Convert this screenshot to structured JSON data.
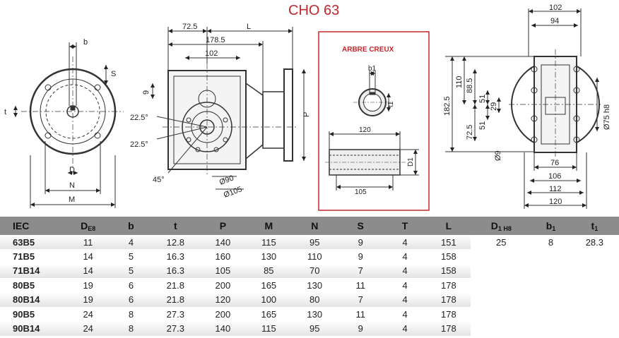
{
  "title": "CHO 63",
  "hollow_shaft_label": "ARBRE CREUX",
  "drawing_labels": {
    "front_flange": {
      "b": "b",
      "S": "S",
      "t": "t",
      "D": "D",
      "N": "N",
      "M": "M"
    },
    "side_view": {
      "d72_5": "72.5",
      "L": "L",
      "d178_5": "178.5",
      "d102": "102",
      "d9": "9",
      "a22_5_top": "22.5°",
      "a22_5_bot": "22.5°",
      "a45": "45°",
      "d90": "Ø90",
      "d105": "Ø105",
      "P": "P"
    },
    "hollow_shaft": {
      "b1": "b1",
      "t1": "t1",
      "d120": "120",
      "D1": "D1",
      "d105": "105"
    },
    "end_view": {
      "d102": "102",
      "d94": "94",
      "d182_5": "182.5",
      "d110": "110",
      "d88_5": "88.5",
      "d51a": "51",
      "d29": "29",
      "d72_5": "72.5",
      "d51b": "51",
      "d9": "Ø9",
      "d75": "Ø75 h8",
      "d76": "76",
      "d106": "106",
      "d112": "112",
      "d120": "120"
    }
  },
  "table": {
    "headers": [
      "IEC",
      "D",
      "b",
      "t",
      "P",
      "M",
      "N",
      "S",
      "T",
      "L",
      "D",
      "b",
      "t"
    ],
    "header_subs": [
      "",
      "E8",
      "",
      "",
      "",
      "",
      "",
      "",
      "",
      "",
      "1 H8",
      "1",
      "1"
    ],
    "rows": [
      [
        "63B5",
        "11",
        "4",
        "12.8",
        "140",
        "115",
        "95",
        "9",
        "4",
        "151",
        "25",
        "8",
        "28.3"
      ],
      [
        "71B5",
        "14",
        "5",
        "16.3",
        "160",
        "130",
        "110",
        "9",
        "4",
        "158",
        "",
        "",
        ""
      ],
      [
        "71B14",
        "14",
        "5",
        "16.3",
        "105",
        "85",
        "70",
        "7",
        "4",
        "158",
        "",
        "",
        ""
      ],
      [
        "80B5",
        "19",
        "6",
        "21.8",
        "200",
        "165",
        "130",
        "11",
        "4",
        "178",
        "",
        "",
        ""
      ],
      [
        "80B14",
        "19",
        "6",
        "21.8",
        "120",
        "100",
        "80",
        "7",
        "4",
        "178",
        "",
        "",
        ""
      ],
      [
        "90B5",
        "24",
        "8",
        "27.3",
        "200",
        "165",
        "130",
        "11",
        "4",
        "178",
        "",
        "",
        ""
      ],
      [
        "90B14",
        "24",
        "8",
        "27.3",
        "140",
        "115",
        "95",
        "9",
        "4",
        "178",
        "",
        "",
        ""
      ]
    ]
  },
  "colors": {
    "title": "#c0282d",
    "frame": "#c0282d",
    "header_bg": "#8c8c8c"
  }
}
